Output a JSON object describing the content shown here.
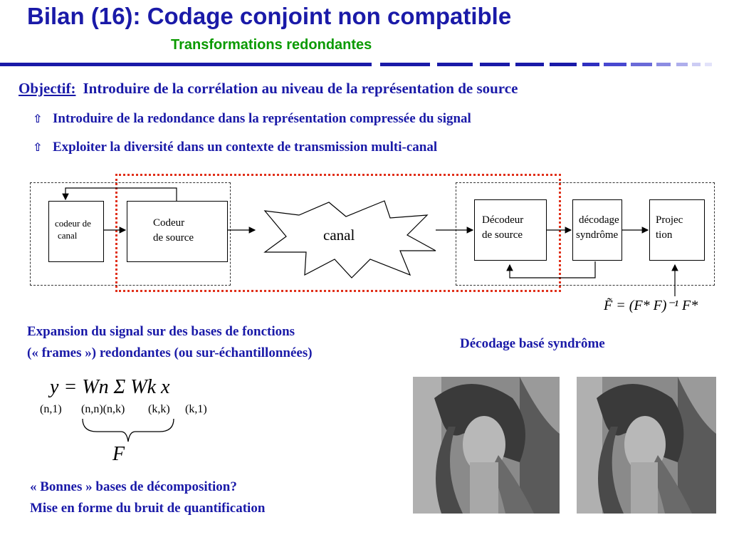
{
  "header": {
    "title": "Bilan (16):  Codage conjoint non compatible",
    "subtitle": "Transformations redondantes"
  },
  "objective": {
    "label": "Objectif:",
    "text": "Introduire de la corrélation au niveau de la représentation de source"
  },
  "bullets": [
    {
      "icon": "up-arrow-icon",
      "text": "Introduire de la redondance dans la représentation compressée du signal"
    },
    {
      "icon": "up-arrow-icon",
      "text": "Exploiter la diversité dans un contexte de transmission multi-canal"
    }
  ],
  "diagram": {
    "channel_coder": [
      "codeur de",
      "canal"
    ],
    "source_coder": [
      "Codeur",
      "de source"
    ],
    "channel": "canal",
    "source_decoder": [
      "Décodeur",
      "de source"
    ],
    "syndrome_decoding": [
      "décodage",
      "syndrôme"
    ],
    "projection": [
      "Projec",
      "tion"
    ],
    "formula": "F̃ = (F* F)⁻¹ F*"
  },
  "left_text": {
    "expansion_line1": "Expansion du signal sur des bases de fonctions",
    "expansion_line2": "(« frames ») redondantes (ou sur-échantillonnées)",
    "equation": "y = Wn Σ Wk x",
    "dims": [
      "(n,1)",
      "(n,n)(n,k)",
      "(k,k)",
      "(k,1)"
    ],
    "brace_label": "F",
    "question_line1": "« Bonnes » bases de décomposition?",
    "question_line2": "Mise en forme du bruit de quantification"
  },
  "right_text": {
    "syndrome_caption": "Décodage basé syndrôme"
  },
  "colors": {
    "title_blue": "#1a1aa8",
    "subtitle_green": "#0a9a00",
    "dotted_red": "#e0301a"
  }
}
